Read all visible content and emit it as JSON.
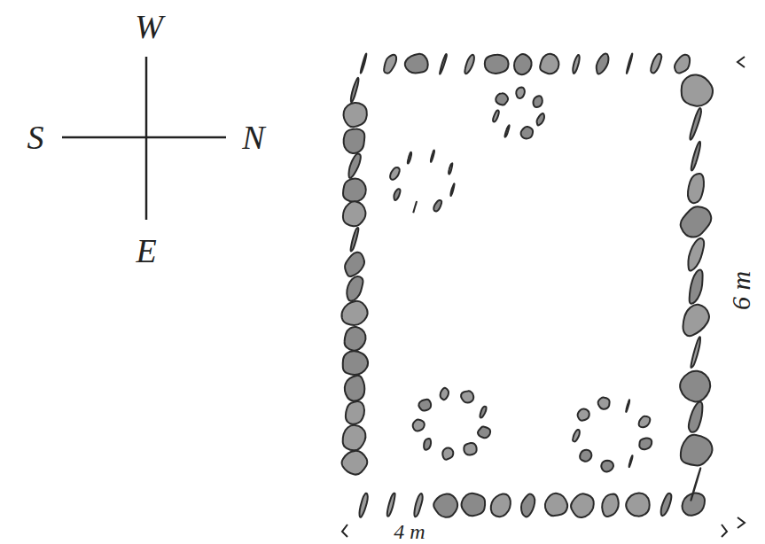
{
  "diagram": {
    "labels": [
      "W",
      "S",
      "N",
      "E",
      "6 m",
      "4 m"
    ]
  }
}
